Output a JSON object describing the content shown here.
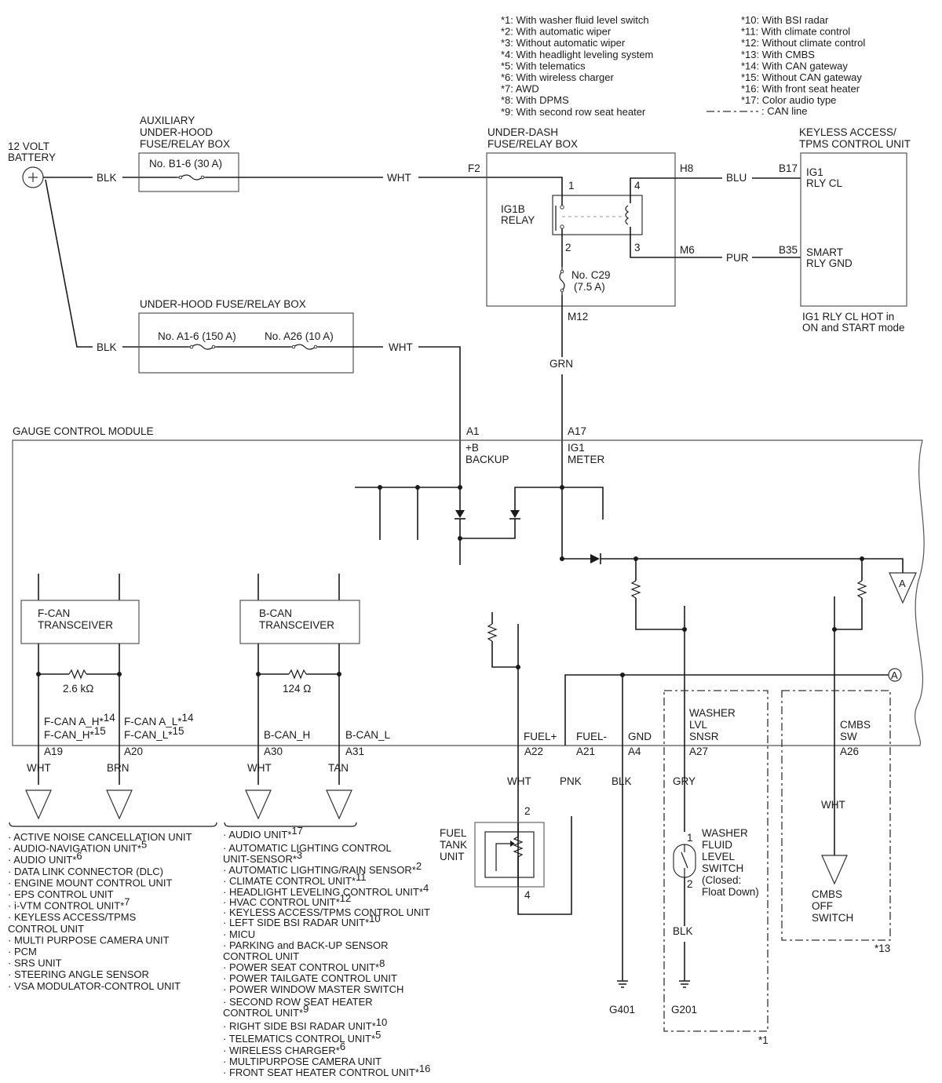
{
  "notes": [
    {
      "label": "*1: With washer fluid level switch"
    },
    {
      "label": "*2: With automatic wiper"
    },
    {
      "label": "*3: Without automatic wiper"
    },
    {
      "label": "*4: With headlight leveling system"
    },
    {
      "label": "*5: With telematics"
    },
    {
      "label": "*6: With wireless charger"
    },
    {
      "label": "*7: AWD"
    },
    {
      "label": "*8: With DPMS"
    },
    {
      "label": "*9: With second row seat heater"
    },
    {
      "label": "*10: With BSI radar"
    },
    {
      "label": "*11: With climate control"
    },
    {
      "label": "*12: Without climate control"
    },
    {
      "label": "*13: With CMBS"
    },
    {
      "label": "*14: With CAN gateway"
    },
    {
      "label": "*15: Without CAN gateway"
    },
    {
      "label": "*16: With front seat heater"
    },
    {
      "label": "*17: Color audio type"
    },
    {
      "label": ": CAN line"
    }
  ],
  "battery": {
    "line1": "12 VOLT",
    "line2": "BATTERY"
  },
  "aux_box": {
    "line1": "AUXILIARY",
    "line2": "UNDER-HOOD",
    "line3": "FUSE/RELAY BOX",
    "fuse": "No. B1-6 (30 A)"
  },
  "uh_box": {
    "title": "UNDER-HOOD FUSE/RELAY BOX",
    "fuse1": "No. A1-6 (150 A)",
    "fuse2": "No. A26 (10 A)"
  },
  "ud_box": {
    "line1": "UNDER-DASH",
    "line2": "FUSE/RELAY BOX",
    "relay1": "IG1B",
    "relay2": "RELAY",
    "fuse1": "No. C29",
    "fuse2": "(7.5 A)",
    "f2": "F2",
    "h8": "H8",
    "m6": "M6",
    "m12": "M12",
    "p1": "1",
    "p2": "2",
    "p3": "3",
    "p4": "4"
  },
  "keyless": {
    "line1": "KEYLESS ACCESS/",
    "line2": "TPMS CONTROL UNIT",
    "b17": "B17",
    "b35": "B35",
    "t1a": "IG1",
    "t1b": "RLY CL",
    "t2a": "SMART",
    "t2b": "RLY GND",
    "note1": "IG1 RLY CL HOT in",
    "note2": "ON and START mode"
  },
  "wires": {
    "blk1": "BLK",
    "wht1": "WHT",
    "blu": "BLU",
    "pur": "PUR",
    "blk2": "BLK",
    "wht2": "WHT",
    "grn": "GRN"
  },
  "gcm": {
    "title": "GAUGE CONTROL MODULE",
    "a1": "A1",
    "a1_1": "+B",
    "a1_2": "BACKUP",
    "a17": "A17",
    "a17_1": "IG1",
    "a17_2": "METER",
    "fcan1": "F-CAN",
    "fcan2": "TRANSCEIVER",
    "bcan1": "B-CAN",
    "bcan2": "TRANSCEIVER",
    "r1": "2.6 kΩ",
    "r2": "124 Ω",
    "conn_a": "A"
  },
  "terminals": {
    "fh1": "F-CAN A_H*",
    "fh1s": "14",
    "fh2": "F-CAN_H*",
    "fh2s": "15",
    "fl1": "F-CAN A_L*",
    "fl1s": "14",
    "fl2": "F-CAN_L*",
    "fl2s": "15",
    "bh": "B-CAN_H",
    "bl": "B-CAN_L",
    "fuelp": "FUEL+",
    "fueln": "FUEL-",
    "gnd": "GND",
    "wl1": "WASHER",
    "wl2": "LVL",
    "wl3": "SNSR",
    "cm1": "CMBS",
    "cm2": "SW",
    "a19": "A19",
    "a20": "A20",
    "a30": "A30",
    "a31": "A31",
    "a22": "A22",
    "a21": "A21",
    "a4": "A4",
    "a27": "A27",
    "a26": "A26"
  },
  "lower_wires": {
    "wht1": "WHT",
    "brn": "BRN",
    "wht2": "WHT",
    "tan": "TAN",
    "wht3": "WHT",
    "pnk": "PNK",
    "blk1": "BLK",
    "gry": "GRY",
    "wht4": "WHT",
    "blk2": "BLK"
  },
  "fuel": {
    "l1": "FUEL",
    "l2": "TANK",
    "l3": "UNIT",
    "p2": "2",
    "p4": "4"
  },
  "washer": {
    "l1": "WASHER",
    "l2": "FLUID",
    "l3": "LEVEL",
    "l4": "SWITCH",
    "l5": "(Closed:",
    "l6": "Float Down)",
    "p1": "1",
    "p2": "2",
    "n1": "*1"
  },
  "cmbs": {
    "l1": "CMBS",
    "l2": "OFF",
    "l3": "SWITCH",
    "n13": "*13"
  },
  "grounds": {
    "g401": "G401",
    "g201": "G201"
  },
  "fcan_list": [
    {
      "t": "· ACTIVE NOISE CANCELLATION UNIT",
      "s": ""
    },
    {
      "t": "· AUDIO-NAVIGATION UNIT*",
      "s": "5"
    },
    {
      "t": "· AUDIO UNIT*",
      "s": "6"
    },
    {
      "t": "· DATA LINK CONNECTOR (DLC)",
      "s": ""
    },
    {
      "t": "· ENGINE MOUNT CONTROL UNIT",
      "s": ""
    },
    {
      "t": "· EPS CONTROL UNIT",
      "s": ""
    },
    {
      "t": "· i-VTM CONTROL UNIT*",
      "s": "7"
    },
    {
      "t": "· KEYLESS ACCESS/TPMS",
      "s": ""
    },
    {
      "t": "CONTROL UNIT",
      "s": ""
    },
    {
      "t": "· MULTI PURPOSE CAMERA UNIT",
      "s": ""
    },
    {
      "t": "· PCM",
      "s": ""
    },
    {
      "t": "· SRS UNIT",
      "s": ""
    },
    {
      "t": "· STEERING ANGLE SENSOR",
      "s": ""
    },
    {
      "t": "· VSA MODULATOR-CONTROL UNIT",
      "s": ""
    }
  ],
  "bcan_list": [
    {
      "t": "· AUDIO UNIT*",
      "s": "17"
    },
    {
      "t": "· AUTOMATIC LIGHTING CONTROL",
      "s": ""
    },
    {
      "t": "UNIT-SENSOR*",
      "s": "3"
    },
    {
      "t": "· AUTOMATIC LIGHTING/RAIN SENSOR*",
      "s": "2"
    },
    {
      "t": "· CLIMATE CONTROL UNIT*",
      "s": "11"
    },
    {
      "t": "· HEADLIGHT LEVELING CONTROL UNIT*",
      "s": "4"
    },
    {
      "t": "· HVAC CONTROL UNIT*",
      "s": "12"
    },
    {
      "t": "· KEYLESS ACCESS/TPMS CONTROL UNIT",
      "s": ""
    },
    {
      "t": "· LEFT SIDE BSI RADAR UNIT*",
      "s": "10"
    },
    {
      "t": "· MICU",
      "s": ""
    },
    {
      "t": "· PARKING and BACK-UP SENSOR",
      "s": ""
    },
    {
      "t": "CONTROL UNIT",
      "s": ""
    },
    {
      "t": "· POWER SEAT CONTROL UNIT*",
      "s": "8"
    },
    {
      "t": "· POWER TAILGATE CONTROL UNIT",
      "s": ""
    },
    {
      "t": "· POWER WINDOW MASTER SWITCH",
      "s": ""
    },
    {
      "t": "· SECOND ROW SEAT HEATER",
      "s": ""
    },
    {
      "t": "CONTROL UNIT*",
      "s": "9"
    },
    {
      "t": "· RIGHT SIDE BSI RADAR UNIT*",
      "s": "10"
    },
    {
      "t": "· TELEMATICS CONTROL UNIT*",
      "s": "5"
    },
    {
      "t": "· WIRELESS CHARGER*",
      "s": "6"
    },
    {
      "t": "· MULTIPURPOSE CAMERA UNIT",
      "s": ""
    },
    {
      "t": "· FRONT SEAT HEATER CONTROL UNIT*",
      "s": "16"
    }
  ]
}
